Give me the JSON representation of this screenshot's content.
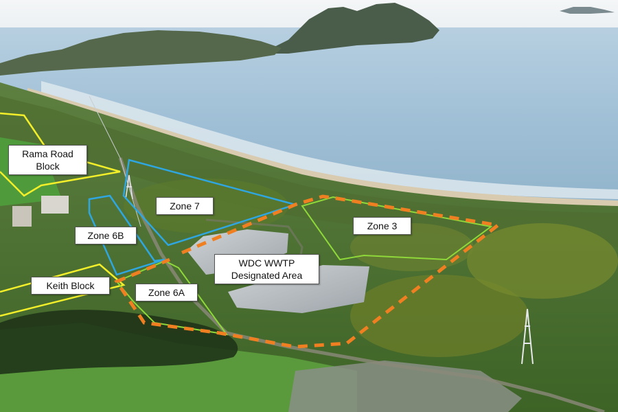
{
  "map": {
    "labels": {
      "rama_road_block": {
        "line1": "Rama Road",
        "line2": "Block"
      },
      "zone_7": "Zone 7",
      "zone_6b": "Zone 6B",
      "zone_6a": "Zone 6A",
      "zone_3": "Zone 3",
      "keith_block": "Keith Block",
      "wwtp": {
        "line1": "WDC WWTP",
        "line2": "Designated Area"
      }
    },
    "colors": {
      "rama_road_block_boundary": "#f2ee2a",
      "keith_block_boundary": "#f2ee2a",
      "zone_7_boundary": "#2fa6e0",
      "zone_6b_boundary": "#2fa6e0",
      "zone_6a_boundary": "#8fd83a",
      "zone_3_boundary": "#8fd83a",
      "designated_area_boundary": "#f07f22"
    }
  }
}
